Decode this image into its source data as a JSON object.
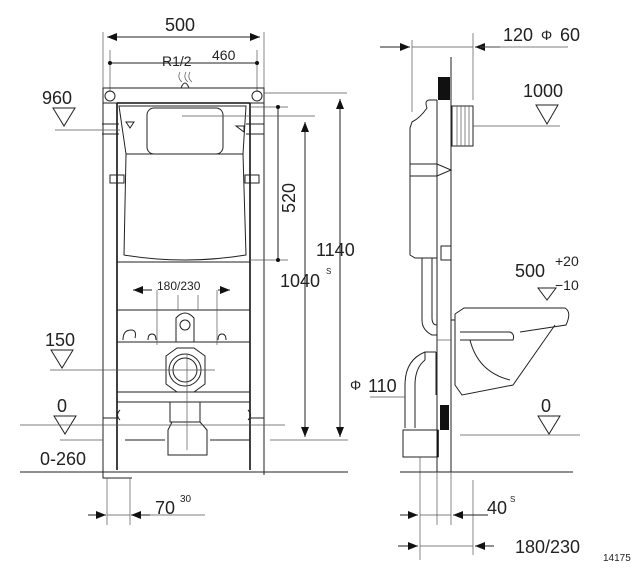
{
  "drawing": {
    "front_view": {
      "width_label": "500",
      "thread_label": "R1/2",
      "mount_spacing_label": "460",
      "level_960": "960",
      "cistern_height_label": "520",
      "total_height_label": "1140",
      "adjust_height_label": "1040",
      "adjust_height_sup": "S",
      "bolt_spacing_label": "180/230",
      "level_150": "150",
      "level_0": "0",
      "floor_range_label": "0-260",
      "foot_label": "70",
      "foot_sup": "30"
    },
    "side_view": {
      "depth_label": "120",
      "phi_symbol": "Φ",
      "pipe_label": "60",
      "level_1000": "1000",
      "bowl_height_label": "500",
      "bowl_tol_plus": "+20",
      "bowl_tol_minus": "−10",
      "drain_phi": "Φ",
      "drain_label": "110",
      "level_0": "0",
      "gap_label": "40",
      "gap_sup": "S",
      "bolt_spacing_label": "180/230"
    },
    "drawing_number": "14175",
    "colors": {
      "line": "#222222",
      "fill": "#111111",
      "background": "#ffffff"
    }
  }
}
